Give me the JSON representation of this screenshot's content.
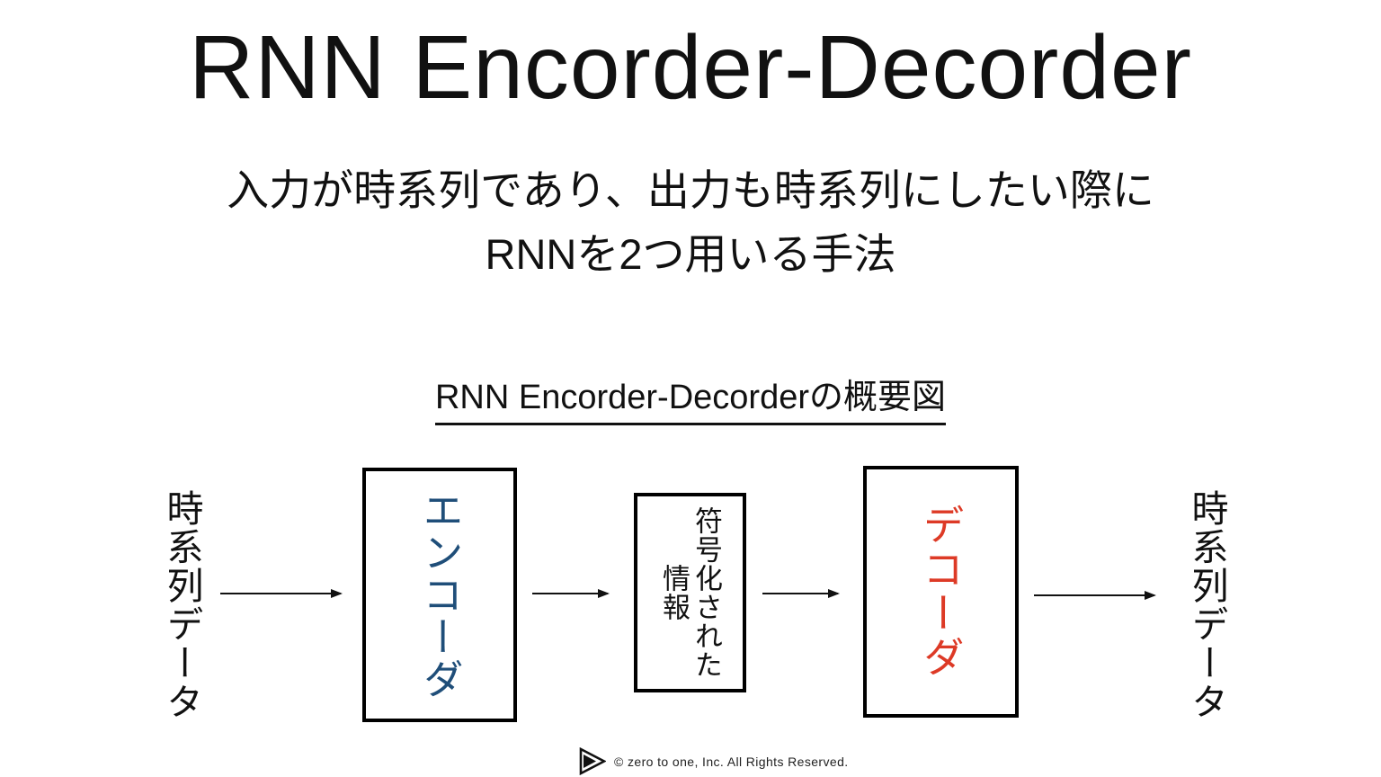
{
  "header": {
    "title": "RNN Encorder-Decorder",
    "subtitle_line1": "入力が時系列であり、出力も時系列にしたい際に",
    "subtitle_line2": "RNNを2つ用いる手法"
  },
  "diagram": {
    "heading": "RNN Encorder-Decorderの概要図",
    "input_label": "時系列データ",
    "encoder_label": "エンコーダ",
    "encoded_info_line1": "符号化された",
    "encoded_info_line2": "情報",
    "encoded_info_full": "符号化された情報",
    "decoder_label": "デコーダ",
    "output_label": "時系列データ",
    "flow": [
      "時系列データ",
      "エンコーダ",
      "符号化された情報",
      "デコーダ",
      "時系列データ"
    ]
  },
  "footer": {
    "copyright": "© zero to one, Inc. All Rights Reserved."
  },
  "colors": {
    "background": "#FFFFFF",
    "ink": "#111111",
    "encoder_text": "#1F4E79",
    "decoder_text": "#DD3A26",
    "box_border": "#000000"
  }
}
